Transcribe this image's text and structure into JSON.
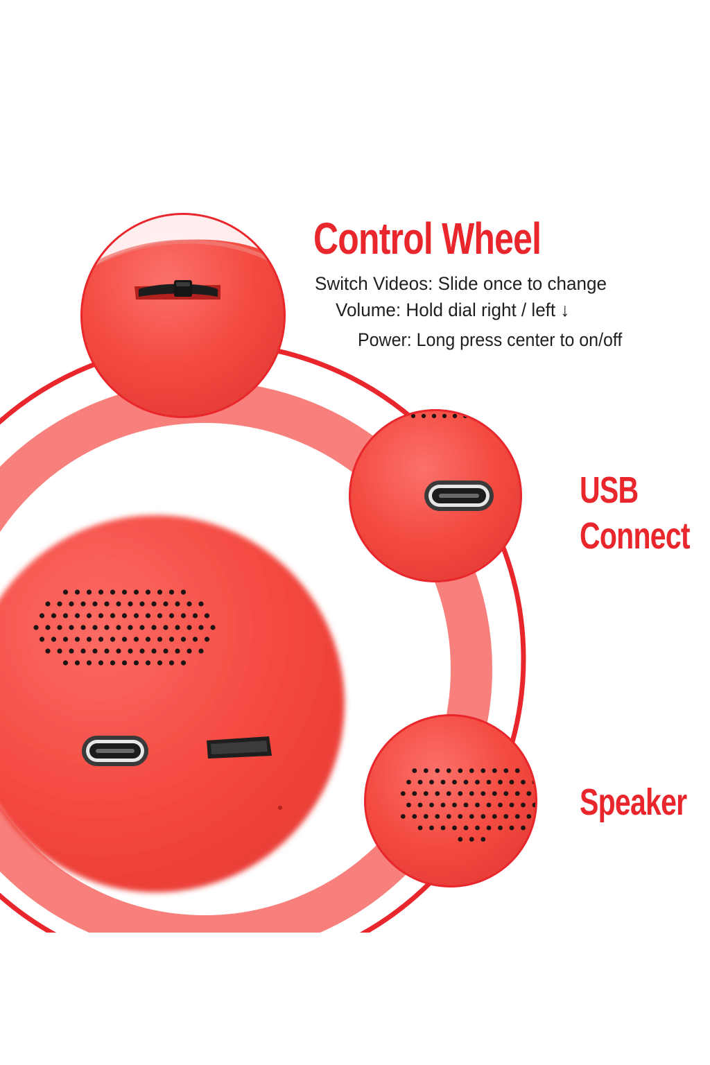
{
  "control_wheel": {
    "title": "Control Wheel",
    "switch_videos": "Switch Videos: Slide once to change",
    "volume": "Volume: Hold dial right /  left ↓",
    "power": "Power: Long press center to on/off"
  },
  "usb": {
    "title_line1": "USB",
    "title_line2": "Connect"
  },
  "speaker": {
    "title": "Speaker"
  },
  "colors": {
    "accent_red": "#e8262c",
    "device_red": "#f2493f",
    "ring_pink": "#f8807c",
    "port_dark": "#2a2a2a"
  }
}
